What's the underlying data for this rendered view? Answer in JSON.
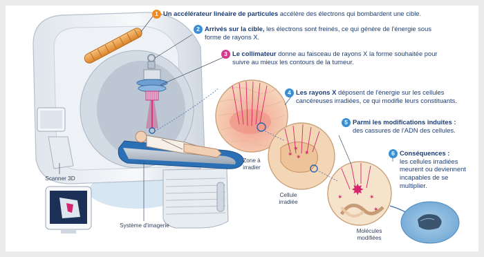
{
  "steps": [
    {
      "number": "1",
      "lead": "Un accélérateur linéaire de particules",
      "text": " accélère des électrons qui bombardent une cible."
    },
    {
      "number": "2",
      "lead": "Arrivés sur la cible,",
      "text": " les électrons sont freinés, ce qui génère de l'énergie sous forme de rayons X."
    },
    {
      "number": "3",
      "lead": "Le collimateur",
      "text": " donne au faisceau de rayons X la forme souhaitée pour suivre au mieux les contours de la tumeur."
    },
    {
      "number": "4",
      "lead": "Les rayons X",
      "text": " déposent de l'énergie sur les cellules cancéreuses irradiées, ce qui modifie leurs constituants."
    },
    {
      "number": "5",
      "lead": "Parmi les modifications induites :",
      "text": "des cassures de l'ADN des cellules."
    },
    {
      "number": "6",
      "lead": "Conséquences :",
      "text": "les cellules irradiées meurent ou deviennent incapables de se multiplier."
    }
  ],
  "labels": {
    "scanner": "Scanner 3D",
    "imaging": "Système d'imagerie",
    "zone": "Zone à irradier",
    "cell": "Cellule irradiée",
    "molecules": "Molécules modifiées"
  },
  "colors": {
    "step1": "#f08a1e",
    "step2": "#3b8fd4",
    "step3": "#d33b8e",
    "step4": "#3b8fd4",
    "step5": "#3b8fd4",
    "step6": "#3b8fd4",
    "beam": "#d6246e",
    "text": "#1f3f74"
  }
}
